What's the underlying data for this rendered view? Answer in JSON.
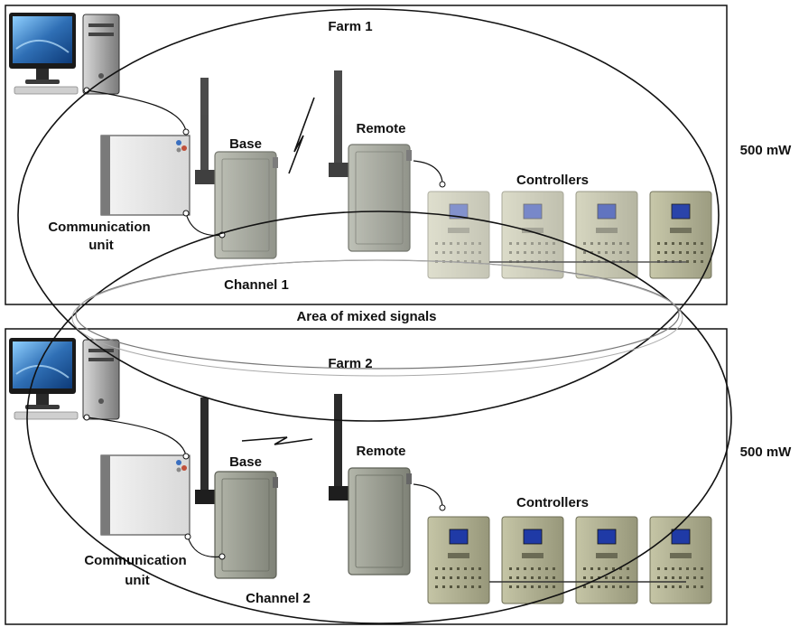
{
  "farm1": {
    "title": "Farm 1",
    "base_label": "Base",
    "remote_label": "Remote",
    "controllers_label": "Controllers",
    "comm_label_line1": "Communication",
    "comm_label_line2": "unit",
    "channel_label": "Channel 1",
    "power_label": "500 mW"
  },
  "mixed_area_label": "Area of mixed signals",
  "farm2": {
    "title": "Farm 2",
    "base_label": "Base",
    "remote_label": "Remote",
    "controllers_label": "Controllers",
    "comm_label_line1": "Communication",
    "comm_label_line2": "unit",
    "channel_label": "Channel 2",
    "power_label": "500 mW"
  },
  "colors": {
    "controller_body": "#a9a98a",
    "controller_screen": "#1f3aa6",
    "radio_body": "#8e9185",
    "antenna": "#2b2b2b",
    "monitor_screen": "#2f6fb5"
  }
}
